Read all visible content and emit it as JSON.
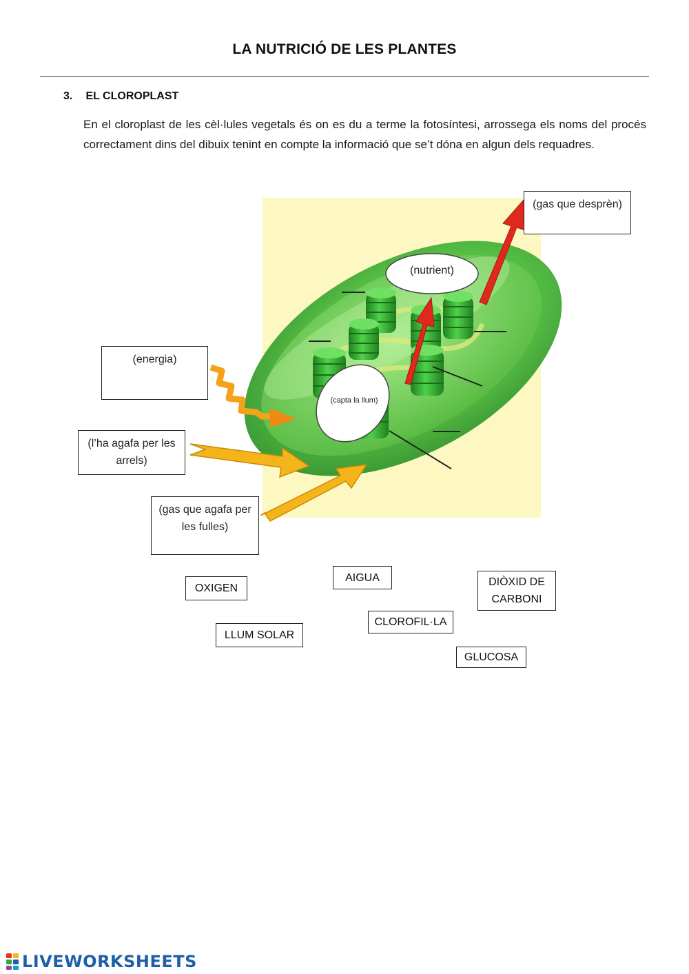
{
  "header": {
    "title": "LA NUTRICIÓ DE LES PLANTES",
    "section_number": "3.",
    "section_title": "EL CLOROPLAST"
  },
  "instructions": "En el cloroplast de les cèl·lules vegetals és on es du a terme la fotosíntesi, arrossega els noms del procés correctament dins del dibuix tenint en compte la informació que se’t dóna en algun dels requadres.",
  "diagram": {
    "background_color": "#fdf8c2",
    "chloroplast_color": "#5cc24a",
    "arrow_in_color": "#f4b41a",
    "arrow_out_color": "#e0281e",
    "labels": {
      "gas_released": "(gas que desprèn)",
      "nutrient": "(nutrient)",
      "energy": "(energia)",
      "captures_light": "(capta la llum)",
      "roots": "(l’ha agafa per les arrels)",
      "gas_leaves": "(gas que agafa per les fulles)"
    }
  },
  "word_bank": {
    "oxigen": "OXIGEN",
    "aigua": "AIGUA",
    "dioxid": "DIÒXID DE CARBONI",
    "llum_solar": "LLUM SOLAR",
    "clorofila": "CLOROFIL·LA",
    "glucosa": "GLUCOSA"
  },
  "footer": {
    "brand": "LIVEWORKSHEETS",
    "brand_color": "#1f5fa8"
  }
}
